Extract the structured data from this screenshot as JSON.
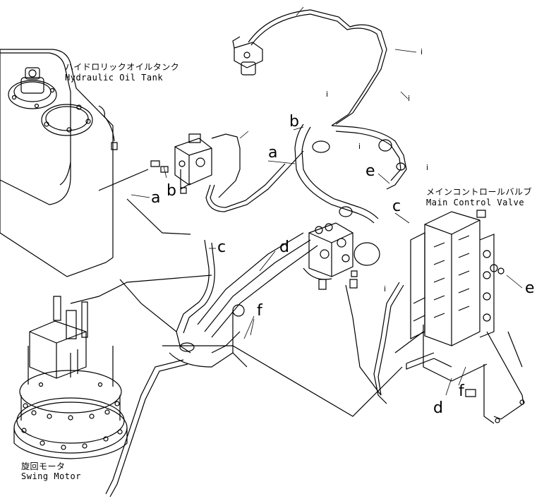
{
  "components": {
    "hydraulic_oil_tank": {
      "jp": "ハイドロリックオイルタンク",
      "en": "Hydraulic Oil Tank"
    },
    "main_control_valve": {
      "jp": "メインコントロールバルブ",
      "en": "Main Control Valve"
    },
    "swing_motor": {
      "jp": "旋回モータ",
      "en": "Swing Motor"
    }
  },
  "callouts": {
    "a1": "a",
    "a2": "a",
    "b1": "b",
    "b2": "b",
    "c1": "c",
    "c2": "c",
    "d1": "d",
    "d2": "d",
    "e1": "e",
    "e2": "e",
    "f1": "f",
    "f2": "f"
  },
  "marks": {
    "i1": "i",
    "i2": "i",
    "i3": "i",
    "i4": "i",
    "i5": "i",
    "i6": "i"
  },
  "colors": {
    "line": "#000000",
    "background": "#ffffff"
  }
}
